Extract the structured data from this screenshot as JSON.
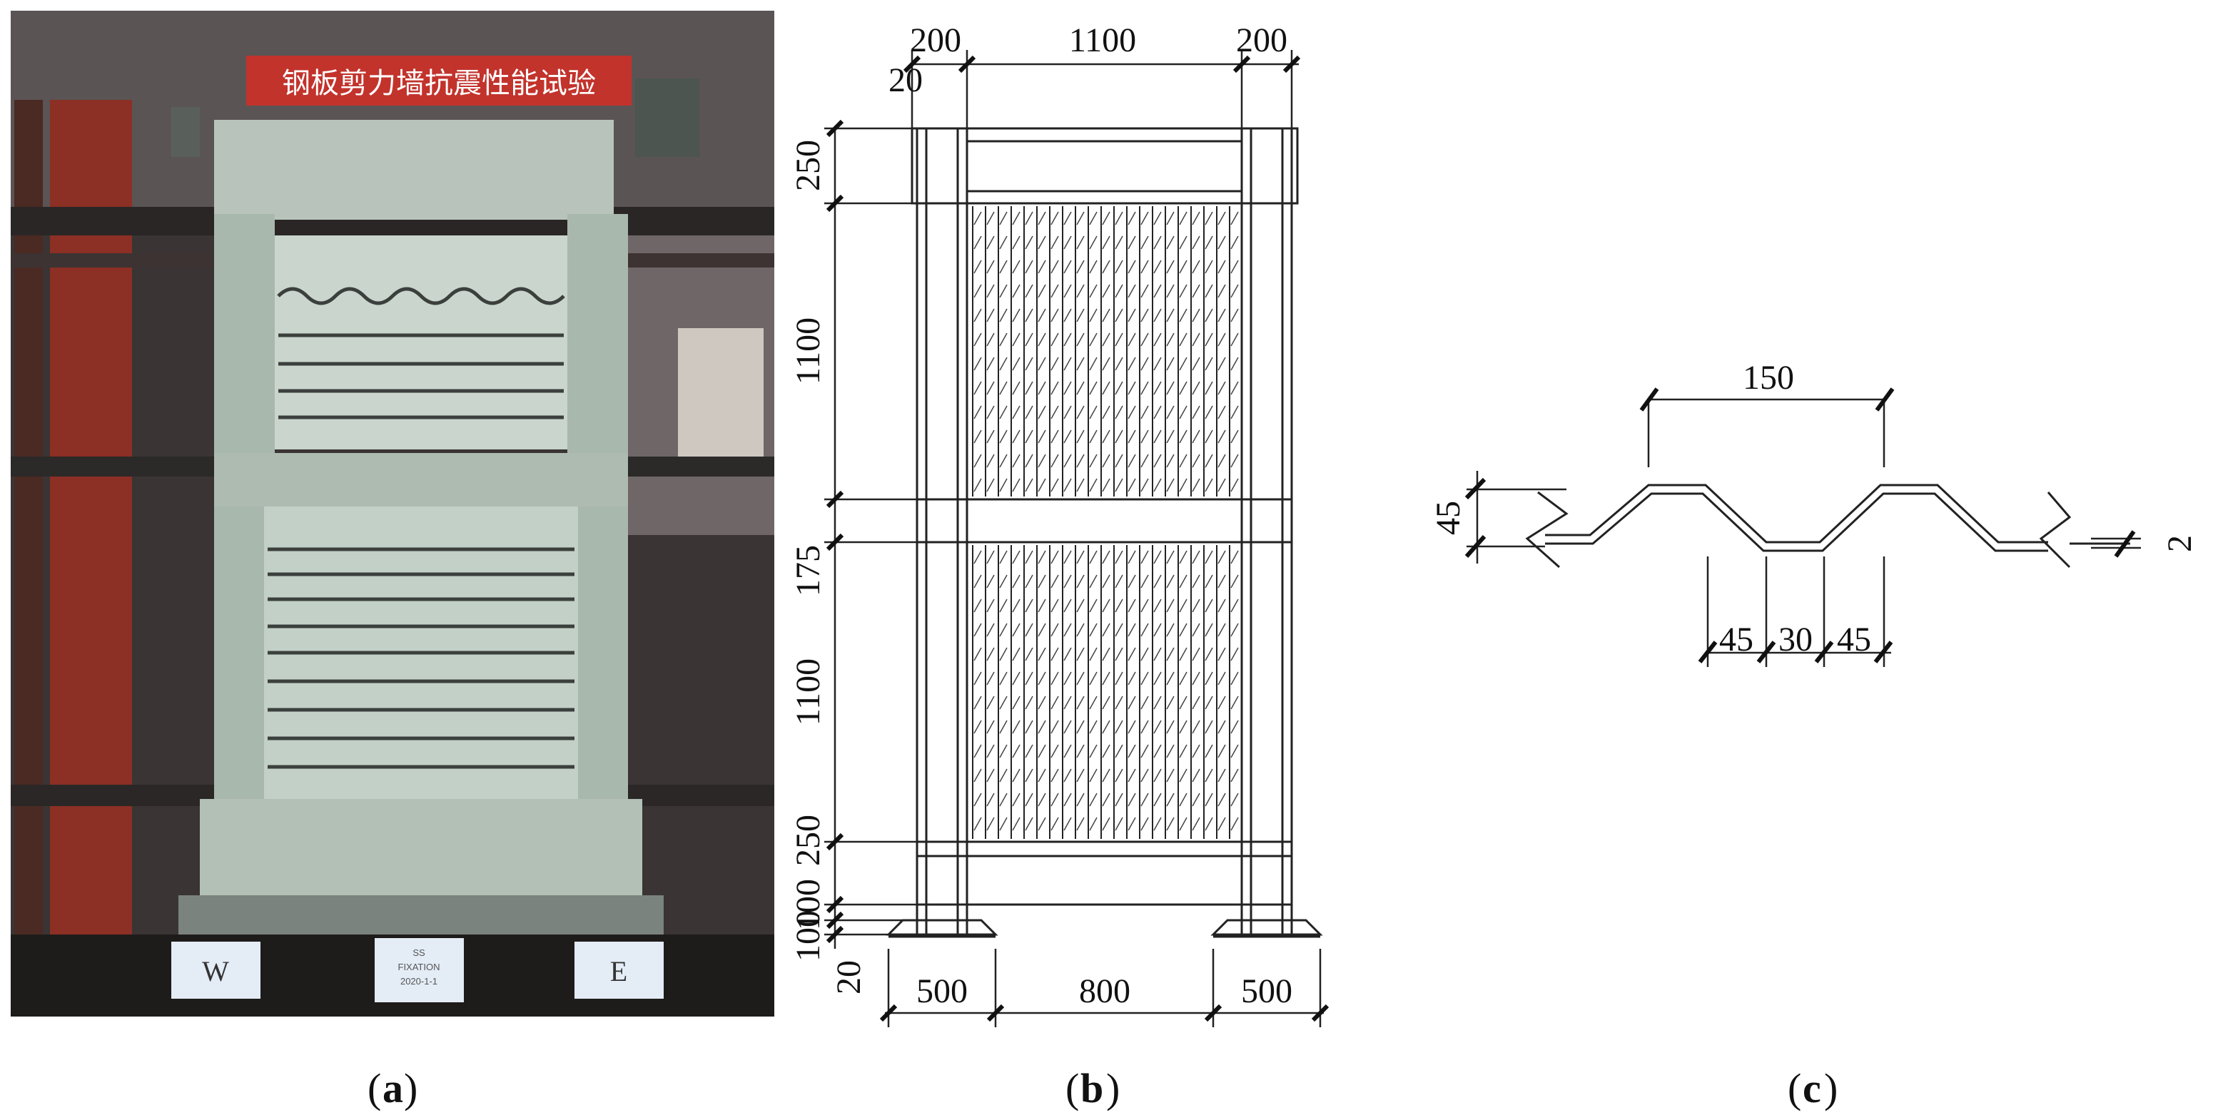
{
  "panel_a": {
    "banner_text": "钢板剪力墙抗震性能试验",
    "label_w": "W",
    "label_e": "E",
    "label_mid_line1": "SS",
    "label_mid_line2": "FIXATION",
    "label_mid_line3": "2020-1-1",
    "caption_open": "(",
    "caption_letter": "a",
    "caption_close": ")"
  },
  "panel_b": {
    "top_dims": [
      "20",
      "200",
      "1100",
      "200"
    ],
    "left_dims": [
      "250",
      "1100",
      "175",
      "1100",
      "250",
      "100",
      "100",
      "20"
    ],
    "bottom_dims": [
      "500",
      "800",
      "500"
    ],
    "caption_open": "(",
    "caption_letter": "b",
    "caption_close": ")"
  },
  "panel_c": {
    "dim_pitch": "150",
    "dim_height": "45",
    "dim_thickness": "2",
    "dim_bottom": [
      "45",
      "30",
      "45"
    ],
    "caption_open": "(",
    "caption_letter": "c",
    "caption_close": ")"
  }
}
